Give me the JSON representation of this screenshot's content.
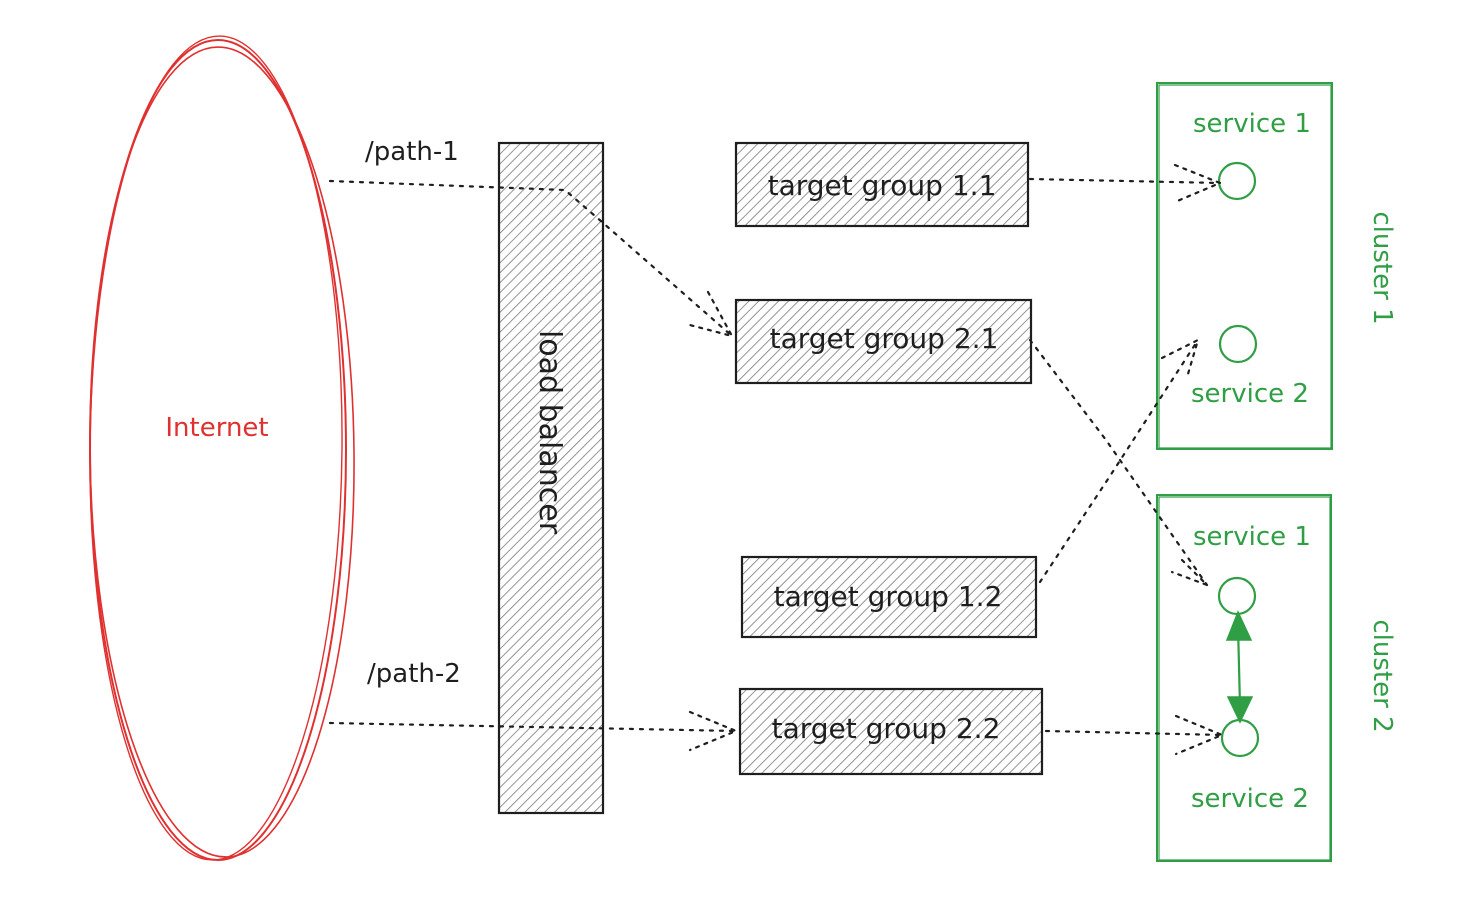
{
  "internet": {
    "label": "Internet",
    "color": "#e03131"
  },
  "paths": {
    "path1": "/path-1",
    "path2": "/path-2"
  },
  "load_balancer": {
    "label": "load balancer"
  },
  "target_groups": {
    "tg11": "target group 1.1",
    "tg21": "target group 2.1",
    "tg12": "target group 1.2",
    "tg22": "target group 2.2"
  },
  "cluster1": {
    "label": "cluster 1",
    "service1": "service 1",
    "service2": "service 2"
  },
  "cluster2": {
    "label": "cluster 2",
    "service1": "service 1",
    "service2": "service 2"
  },
  "colors": {
    "stroke": "#1e1e1e",
    "cluster": "#2f9e44",
    "internet": "#e03131"
  }
}
